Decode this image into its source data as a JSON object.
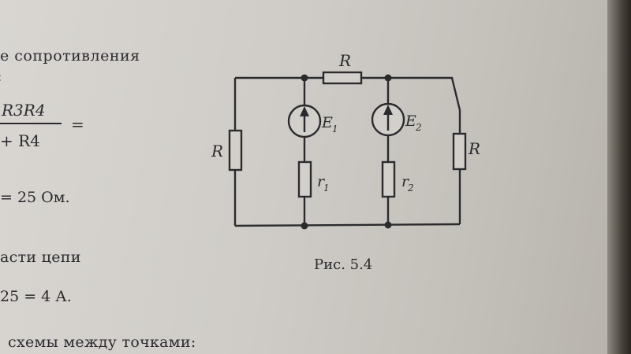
{
  "text_lines": {
    "line1": "е сопротивления",
    "line2": "?:",
    "line3": "R3R4",
    "line4": "+ R4",
    "line5": "= 25 Ом.",
    "line6": "асти цепи",
    "line7": "25 = 4 А.",
    "line8": "схемы между точками:"
  },
  "equals_sign": "=",
  "figure": {
    "caption": "Рис. 5.4",
    "labels": {
      "r_top": "R",
      "r_left": "R",
      "r_right": "R",
      "e1": "E",
      "e1_sub": "1",
      "e2": "E",
      "e2_sub": "2",
      "r1": "r",
      "r1_sub": "1",
      "r2": "r",
      "r2_sub": "2"
    }
  }
}
